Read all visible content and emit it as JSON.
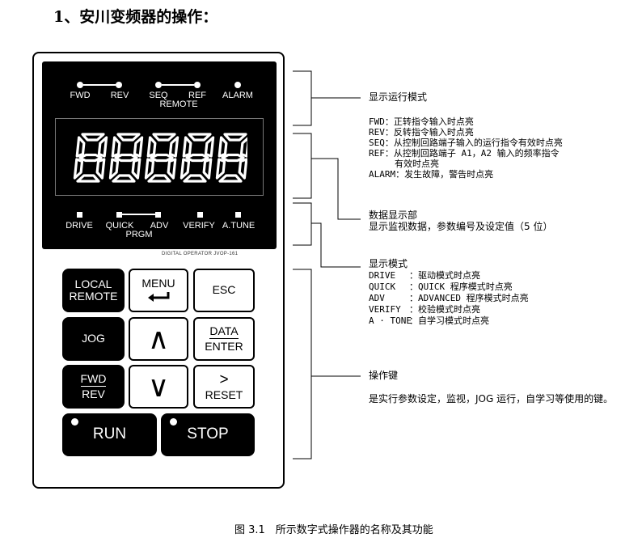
{
  "heading": "1、安川变频器的操作：",
  "panel": {
    "lamps_top": {
      "fwd": "FWD",
      "rev": "REV",
      "seq": "SEQ",
      "ref": "REF",
      "remote": "REMOTE",
      "alarm": "ALARM"
    },
    "display_digits": "88888",
    "lamps_mode": {
      "drive": "DRIVE",
      "quick": "QUICK",
      "adv": "ADV",
      "prgm": "PRGM",
      "verify": "VERIFY",
      "atune": "A.TUNE"
    },
    "operator_name": "DIGITAL OPERATOR JVOP-161",
    "keys": {
      "local_1": "LOCAL",
      "local_2": "REMOTE",
      "menu": "MENU",
      "menu_icon": "enter-arrow-icon",
      "esc": "ESC",
      "jog": "JOG",
      "up": "∧",
      "data_1": "DATA",
      "data_2": "ENTER",
      "fwd_1": "FWD",
      "fwd_2": "REV",
      "down": "∨",
      "reset_1": ">",
      "reset_2": "RESET",
      "run": "RUN",
      "stop": "STOP"
    }
  },
  "annotations": {
    "run_mode": {
      "title": "显示运行模式",
      "lines": [
        "FWD：正转指令输入时点亮",
        "REV：反转指令输入时点亮",
        "SEQ：从控制回路端子输入的运行指令有效时点亮",
        "REF：从控制回路端子 A1，A2 输入的频率指令",
        "有效时点亮",
        "ALARM：发生故障，警告时点亮"
      ]
    },
    "data_display": {
      "title": "数据显示部",
      "desc": "显示监视数据，参数编号及设定值（5 位）"
    },
    "display_mode": {
      "title": "显示模式",
      "rows": [
        {
          "k": "DRIVE",
          "v": "：驱动模式时点亮"
        },
        {
          "k": "QUICK",
          "v": "：QUICK 程序模式时点亮"
        },
        {
          "k": "ADV",
          "v": "：ADVANCED 程序模式时点亮"
        },
        {
          "k": "VERIFY",
          "v": "：校验模式时点亮"
        },
        {
          "k": "A · TONE",
          "v": "：自学习模式时点亮"
        }
      ]
    },
    "keys": {
      "title": "操作键",
      "desc": "是实行参数设定，监视，JOG 运行，自学习等使用的键。"
    }
  },
  "caption": "图 3.1　所示数字式操作器的名称及其功能"
}
